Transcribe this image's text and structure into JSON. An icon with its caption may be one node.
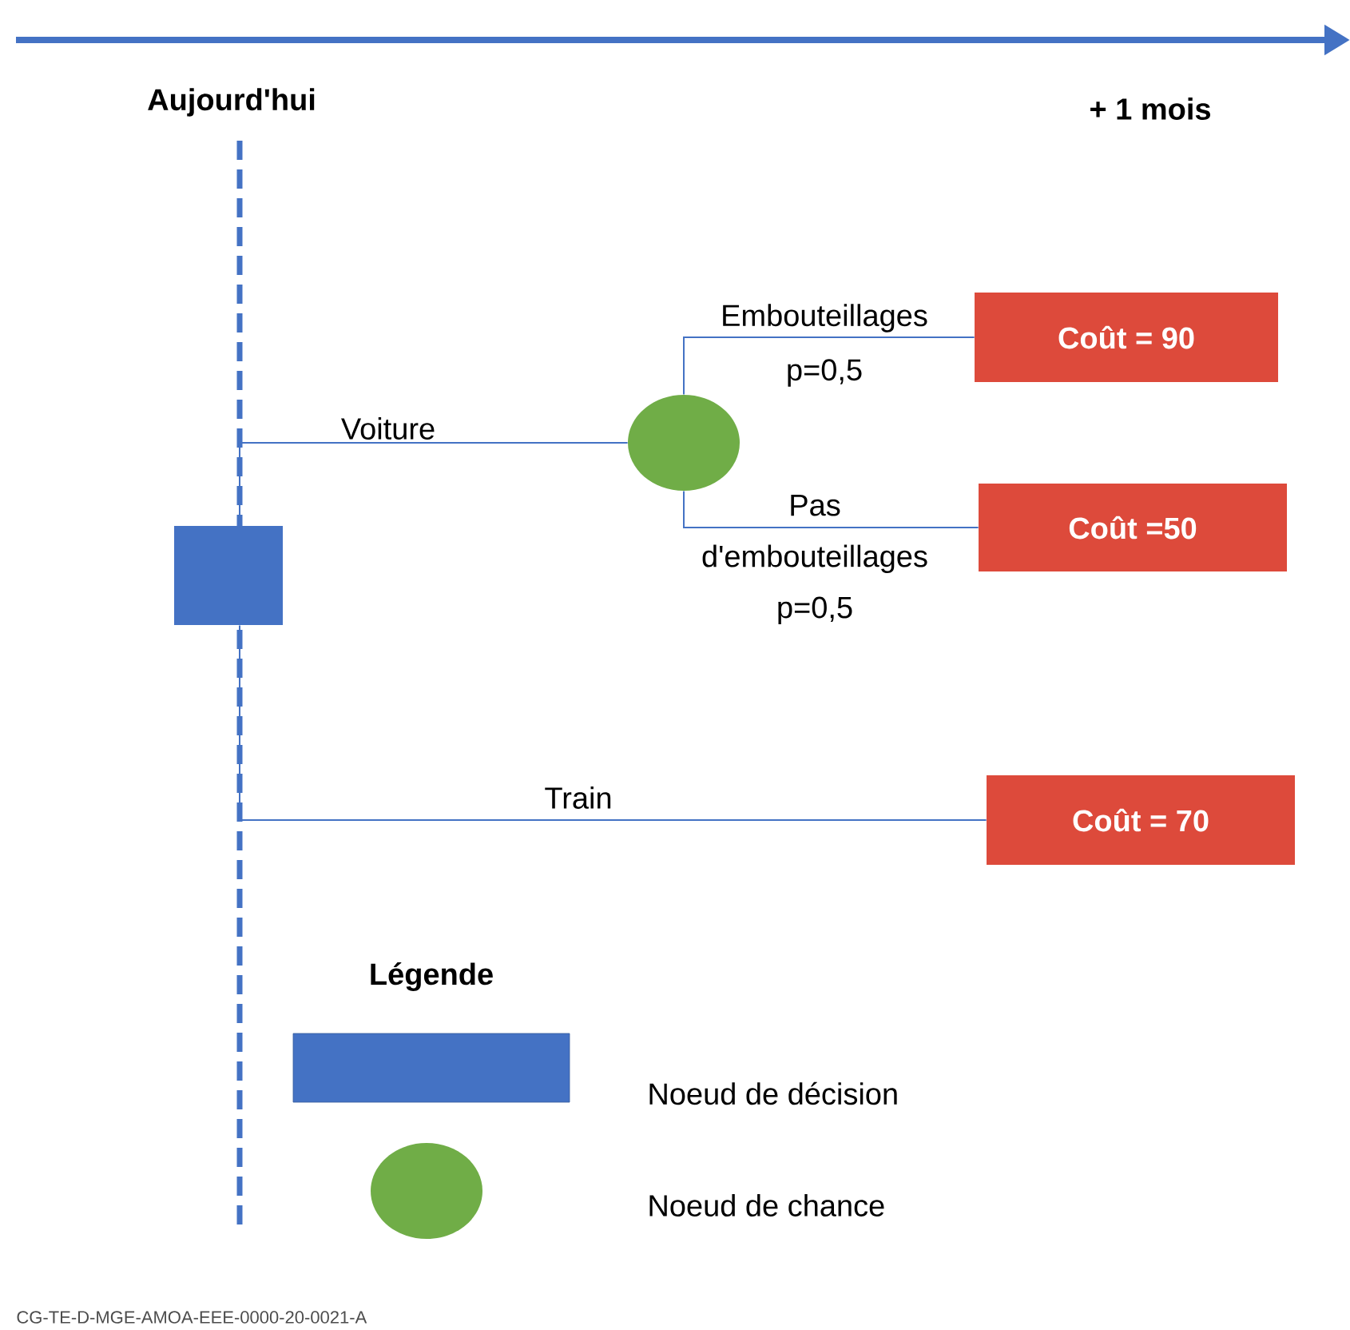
{
  "diagram": {
    "nodes": [
      {
        "text": [],
        "shape": "box"
      },
      {
        "text": [],
        "shape": "circle"
      },
      {
        "text": [
          "Coût = 90"
        ]
      },
      {
        "text": [
          "Coût =50"
        ]
      },
      {
        "text": [
          "Coût = 70"
        ]
      }
    ],
    "edges": [
      {
        "from": 0,
        "to": 1,
        "arrow": "none",
        "label": "Voiture"
      },
      {
        "from": 1,
        "to": 2,
        "arrow": "none",
        "label": "Embouteillages p=0,5"
      },
      {
        "from": 1,
        "to": 3,
        "arrow": "none",
        "label": "Pas d'embouteillages p=0,5"
      },
      {
        "from": 0,
        "to": 4,
        "arrow": "none",
        "label": "Train"
      }
    ],
    "labels": [
      "Aujourd'hui",
      "+ 1 mois",
      "Légende",
      "CG-TE-D-MGE-AMOA-EEE-0000-20-0021-A"
    ],
    "legend": [
      {
        "text": "Noeud de décision",
        "color": "#4472c4"
      },
      {
        "text": "Noeud de chance",
        "color": "#70ad47"
      }
    ]
  }
}
